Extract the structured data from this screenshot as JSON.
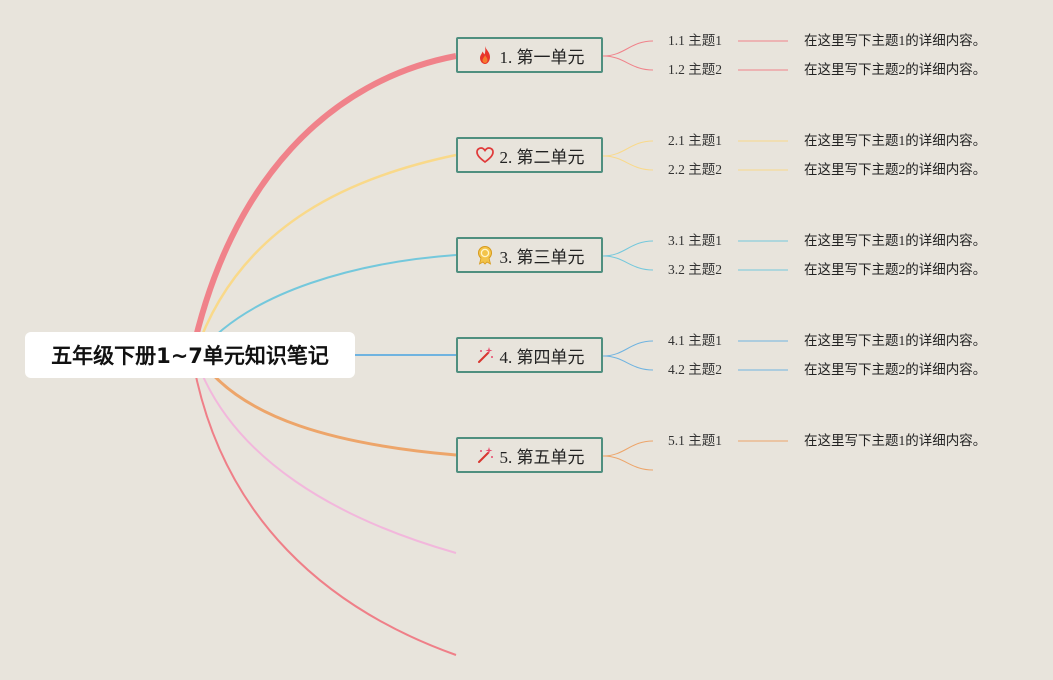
{
  "root": {
    "title": "五年级下册1~7单元知识笔记"
  },
  "colors": {
    "unit1": "#f0828a",
    "unit2": "#f9d98a",
    "unit3": "#74c8dc",
    "unit4": "#6fb3e0",
    "unit5": "#eda56a",
    "unit6": "#f2b7dc",
    "unit7": "#ef7f88",
    "node_border": "#4f8f7f"
  },
  "units": [
    {
      "label": "1. 第一单元",
      "icon": "fire-icon",
      "topics": [
        {
          "label": "1.1 主题1",
          "detail": "在这里写下主题1的详细内容。"
        },
        {
          "label": "1.2 主题2",
          "detail": "在这里写下主题2的详细内容。"
        }
      ]
    },
    {
      "label": "2. 第二单元",
      "icon": "heart-icon",
      "topics": [
        {
          "label": "2.1 主题1",
          "detail": "在这里写下主题1的详细内容。"
        },
        {
          "label": "2.2 主题2",
          "detail": "在这里写下主题2的详细内容。"
        }
      ]
    },
    {
      "label": "3. 第三单元",
      "icon": "medal-icon",
      "topics": [
        {
          "label": "3.1 主题1",
          "detail": "在这里写下主题1的详细内容。"
        },
        {
          "label": "3.2 主题2",
          "detail": "在这里写下主题2的详细内容。"
        }
      ]
    },
    {
      "label": "4. 第四单元",
      "icon": "magic-wand-icon",
      "topics": [
        {
          "label": "4.1 主题1",
          "detail": "在这里写下主题1的详细内容。"
        },
        {
          "label": "4.2 主题2",
          "detail": "在这里写下主题2的详细内容。"
        }
      ]
    },
    {
      "label": "5. 第五单元",
      "icon": "magic-wand-icon",
      "topics": [
        {
          "label": "5.1 主题1",
          "detail": "在这里写下主题1的详细内容。"
        }
      ]
    }
  ]
}
